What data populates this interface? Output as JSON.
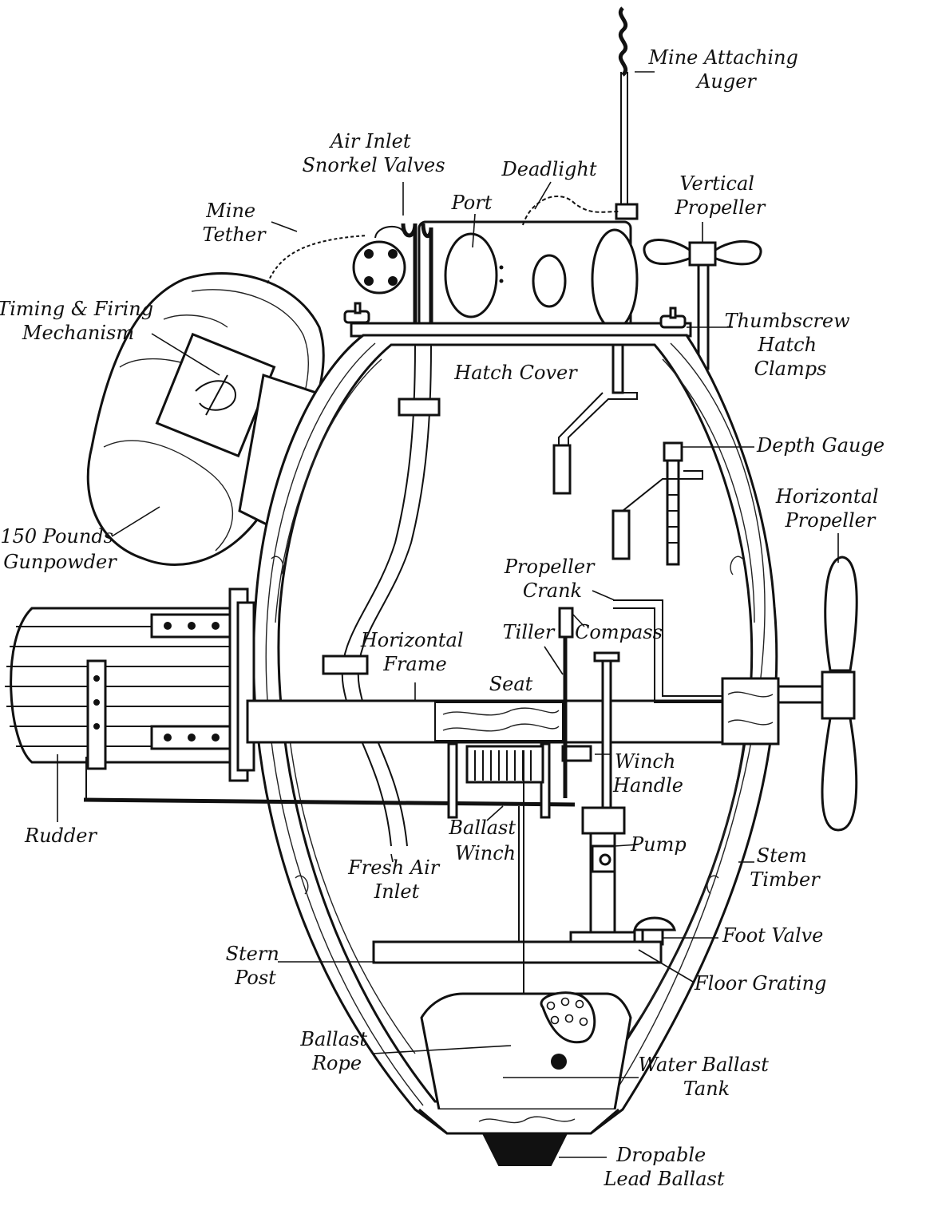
{
  "labels": {
    "mine_attaching_auger": [
      "Mine Attaching",
      "Auger"
    ],
    "air_inlet_snorkel_valves": [
      "Air Inlet",
      "Snorkel Valves"
    ],
    "deadlight": [
      "Deadlight"
    ],
    "vertical_propeller": [
      "Vertical",
      "Propeller"
    ],
    "port": [
      "Port"
    ],
    "mine_tether": [
      "Mine",
      "Tether"
    ],
    "timing_firing_mechanism": [
      "Timing & Firing",
      "Mechanism"
    ],
    "thumbscrew_hatch_clamps": [
      "Thumbscrew",
      "Hatch",
      "Clamps"
    ],
    "hatch_cover": [
      "Hatch Cover"
    ],
    "depth_gauge": [
      "Depth Gauge"
    ],
    "horizontal_propeller": [
      "Horizontal",
      "Propeller"
    ],
    "gunpowder": [
      "150 Pounds",
      "Gunpowder"
    ],
    "propeller_crank": [
      "Propeller",
      "Crank"
    ],
    "tiller": [
      "Tiller"
    ],
    "compass": [
      "Compass"
    ],
    "horizontal_frame": [
      "Horizontal",
      "Frame"
    ],
    "seat": [
      "Seat"
    ],
    "winch_handle": [
      "Winch",
      "Handle"
    ],
    "rudder": [
      "Rudder"
    ],
    "ballast_winch": [
      "Ballast",
      "Winch"
    ],
    "pump": [
      "Pump"
    ],
    "fresh_air_inlet": [
      "Fresh Air",
      "Inlet"
    ],
    "stem_timber": [
      "Stem",
      "Timber"
    ],
    "foot_valve": [
      "Foot Valve"
    ],
    "stern_post": [
      "Stern",
      "Post"
    ],
    "floor_grating": [
      "Floor Grating"
    ],
    "ballast_rope": [
      "Ballast",
      "Rope"
    ],
    "water_ballast_tank": [
      "Water Ballast",
      "Tank"
    ],
    "dropable_lead_ballast": [
      "Dropable",
      "Lead Ballast"
    ]
  }
}
